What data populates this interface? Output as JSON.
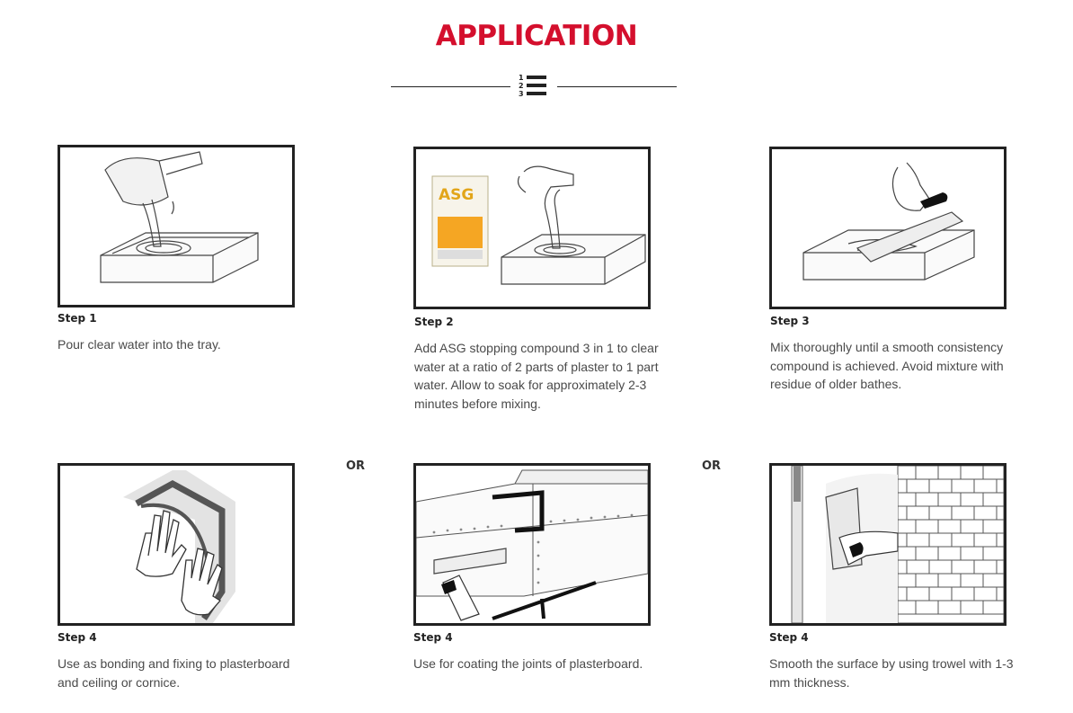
{
  "header": {
    "title": "APPLICATION",
    "icon": "numbered-list-icon",
    "icon_numbers": [
      "1",
      "2",
      "3"
    ]
  },
  "colors": {
    "accent": "#d40f2d",
    "frame": "#222222",
    "text": "#4a4a4a"
  },
  "steps": [
    {
      "label": "Step 1",
      "text": "Pour clear water into the tray.",
      "illustration": "pouring-bucket-icon"
    },
    {
      "label": "Step 2",
      "text": "Add ASG stopping compound 3 in 1 to clear water at a ratio of 2 parts of plaster to 1 part water. Allow to soak for approximately 2-3 minutes before mixing.",
      "illustration": "adding-compound-icon",
      "bag_brand": "ASG"
    },
    {
      "label": "Step 3",
      "text": "Mix thoroughly until a smooth consistency compound is achieved. Avoid mixture with residue of older bathes.",
      "illustration": "trowel-mixing-icon"
    },
    {
      "label": "Step 4",
      "text": "Use as bonding and fixing to plasterboard and ceiling or cornice.",
      "illustration": "hands-on-cornice-icon"
    },
    {
      "label": "Step 4",
      "text": "Use for coating the joints of plasterboard.",
      "illustration": "plasterboard-joints-icon"
    },
    {
      "label": "Step 4",
      "text": "Smooth the surface by using trowel with 1-3 mm thickness.",
      "illustration": "trowel-brick-wall-icon"
    }
  ],
  "separators": {
    "or_1": "OR",
    "or_2": "OR"
  }
}
